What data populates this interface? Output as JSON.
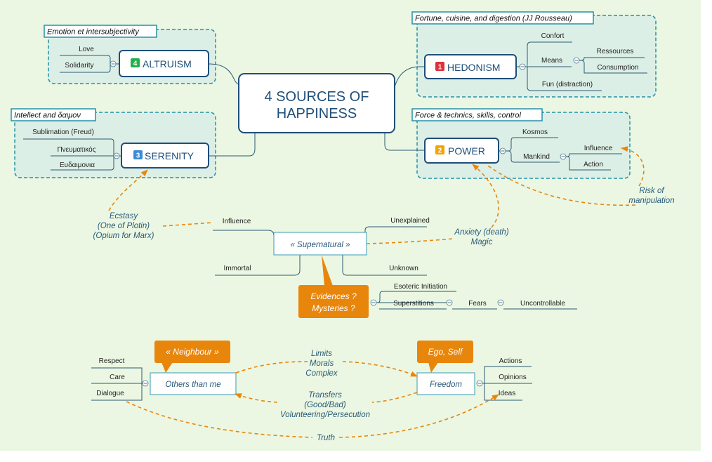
{
  "colors": {
    "canvas": "#ebf7e2",
    "accent_orange": "#e8860c",
    "node_border": "#1f4e79",
    "box_fill": "#dcefe6",
    "box_border": "#2590a8",
    "badge_altruism": "#22b04b",
    "badge_hedonism": "#e0303a",
    "badge_power": "#f4a400",
    "badge_serenity": "#3e8bd8"
  },
  "central": {
    "line1": "4 SOURCES OF",
    "line2": "HAPPINESS"
  },
  "altruism": {
    "box_title": "Emotion et intersubjectivity",
    "badge": "4",
    "label": "ALTRUISM",
    "items": [
      "Love",
      "Solidarity"
    ]
  },
  "serenity": {
    "box_title": "Intellect and δαιμον",
    "badge": "3",
    "label": "SERENITY",
    "items": [
      "Sublimation (Freud)",
      "Πνευματικός",
      "Ευδαιμονια"
    ]
  },
  "hedonism": {
    "box_title": "Fortune, cuisine, and digestion (JJ Rousseau)",
    "badge": "1",
    "label": "HEDONISM",
    "confort": "Confort",
    "means": "Means",
    "ressources": "Ressources",
    "consumption": "Consumption",
    "fun": "Fun (distraction)"
  },
  "power": {
    "box_title": "Force & technics, skills, control",
    "badge": "2",
    "label": "POWER",
    "kosmos": "Kosmos",
    "mankind": "Mankind",
    "influence": "Influence",
    "action": "Action"
  },
  "risk": {
    "line1": "Risk of",
    "line2": "manipulation"
  },
  "supernatural": {
    "label": "« Supernatural »",
    "influence": "Influence",
    "immortal": "Immortal",
    "unexplained": "Unexplained",
    "unknown": "Unknown",
    "esoteric": "Esoteric Initiation",
    "superstitions": "Superstitions",
    "fears": "Fears",
    "uncontrollable": "Uncontrollable"
  },
  "evidences": {
    "line1": "Evidences ?",
    "line2": "Mysteries ?"
  },
  "ecstasy": {
    "line1": "Ecstasy",
    "line2": "(One of Plotin)",
    "line3": "(Opium for Marx)"
  },
  "anxiety": {
    "line1": "Anxiety (death)",
    "line2": "Magic"
  },
  "others": {
    "label": "Others than me",
    "callout": "« Neighbour »",
    "items": [
      "Respect",
      "Care",
      "Dialogue"
    ]
  },
  "freedom": {
    "label": "Freedom",
    "callout": "Ego, Self",
    "items": [
      "Actions",
      "Opinions",
      "Ideas"
    ]
  },
  "limits": {
    "line1": "Limits",
    "line2": "Morals",
    "line3": "Complex"
  },
  "transfers": {
    "line1": "Transfers",
    "line2": "(Good/Bad)",
    "line3": "Volunteering/Persecution"
  },
  "truth": "Truth"
}
